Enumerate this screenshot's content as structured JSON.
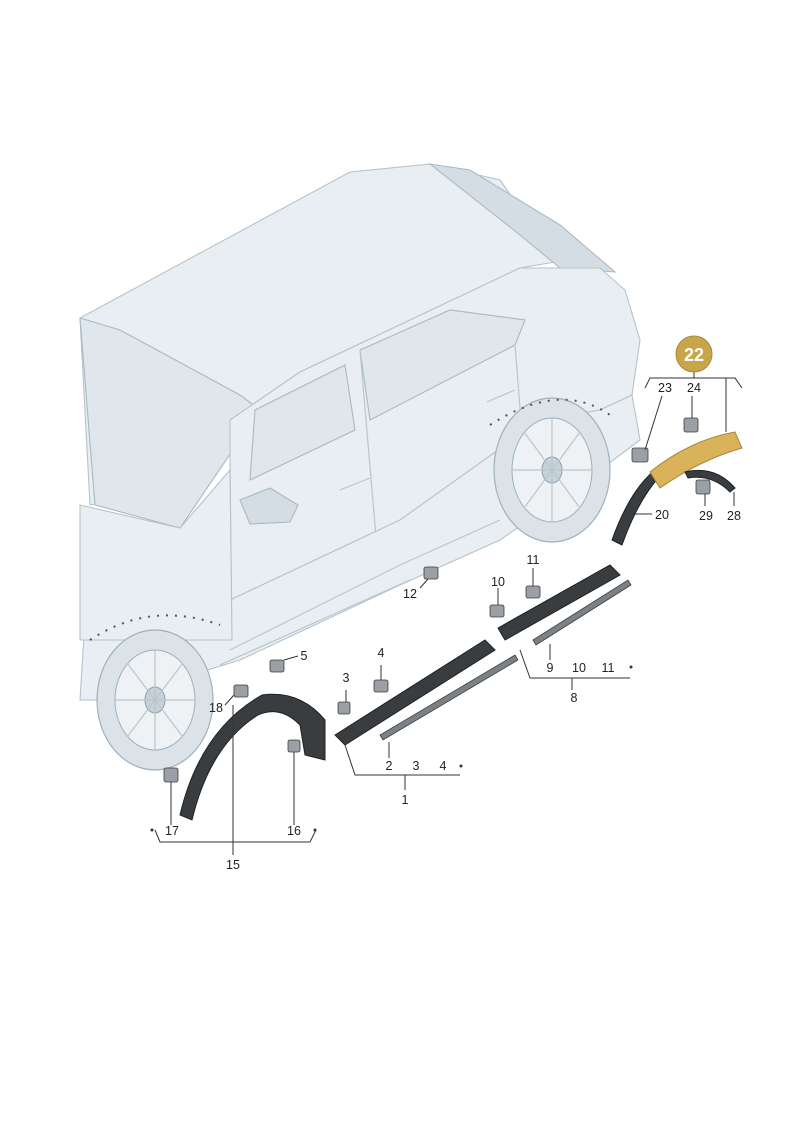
{
  "highlight": {
    "number": "22",
    "badge_color": "#c9a54a",
    "part_color": "#d9b25a"
  },
  "callouts": {
    "c1": "1",
    "c2": "2",
    "c3a": "3",
    "c3b": "3",
    "c4a": "4",
    "c4b": "4",
    "c5": "5",
    "c8": "8",
    "c9": "9",
    "c10a": "10",
    "c10b": "10",
    "c11a": "11",
    "c11b": "11",
    "c12": "12",
    "c15": "15",
    "c16": "16",
    "c17": "17",
    "c18": "18",
    "c20": "20",
    "c23": "23",
    "c24": "24",
    "c28": "28",
    "c29": "29"
  }
}
